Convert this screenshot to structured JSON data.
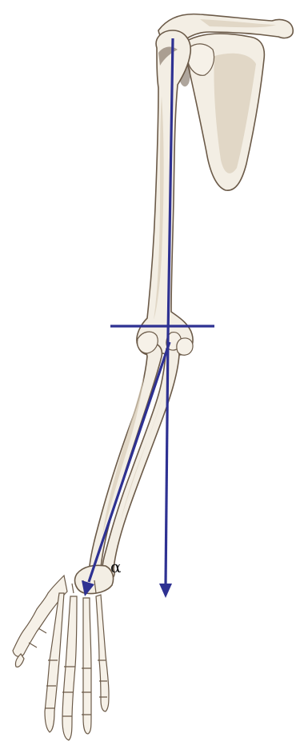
{
  "diagram": {
    "angle_label": "α",
    "colors": {
      "axis_lines": "#2e3192",
      "bone_outline": "#6b5a48",
      "bone_fill": "#f3eee4"
    },
    "parts": [
      "clavicle",
      "scapula",
      "humerus",
      "ulna",
      "radius",
      "hand"
    ]
  }
}
